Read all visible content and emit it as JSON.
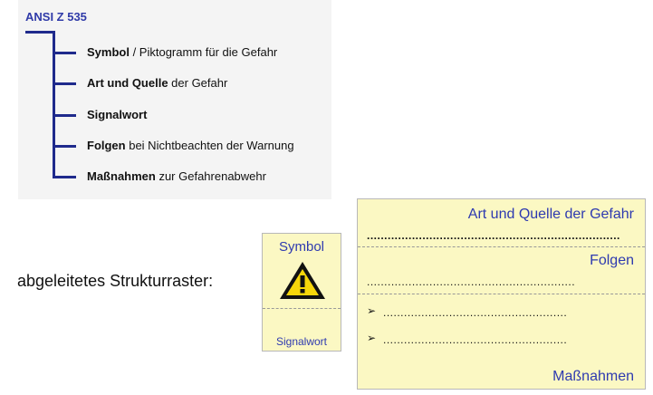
{
  "standard": {
    "title": "ANSI Z 535",
    "items": [
      {
        "bold": "Symbol",
        "rest": " / Piktogramm für die Gefahr"
      },
      {
        "bold": "Art und Quelle",
        "rest": " der Gefahr"
      },
      {
        "bold": "Signalwort",
        "rest": ""
      },
      {
        "bold": "Folgen",
        "rest": " bei Nichtbeachten der Warnung"
      },
      {
        "bold": "Maßnahmen",
        "rest": " zur Gefahrenabwehr"
      }
    ]
  },
  "raster_label": "abgeleitetes Strukturraster:",
  "symbol_box": {
    "title": "Symbol",
    "icon": "warning-triangle-icon",
    "signal_label": "Signalwort"
  },
  "main_box": {
    "header_art": "Art und Quelle der Gefahr",
    "dots_art": "................................................................................",
    "header_folgen": "Folgen",
    "dots_folgen": "....................................................................",
    "bullet_symbol": "➢",
    "bullet1_dots": ".....................................................",
    "bullet2_dots": ".....................................................",
    "header_massnahmen": "Maßnahmen"
  },
  "colors": {
    "accent_blue": "#2e3ab0",
    "tree_line": "#1f2a8c",
    "box_fill": "#fbf8c3",
    "warning_yellow": "#f6d60a"
  }
}
